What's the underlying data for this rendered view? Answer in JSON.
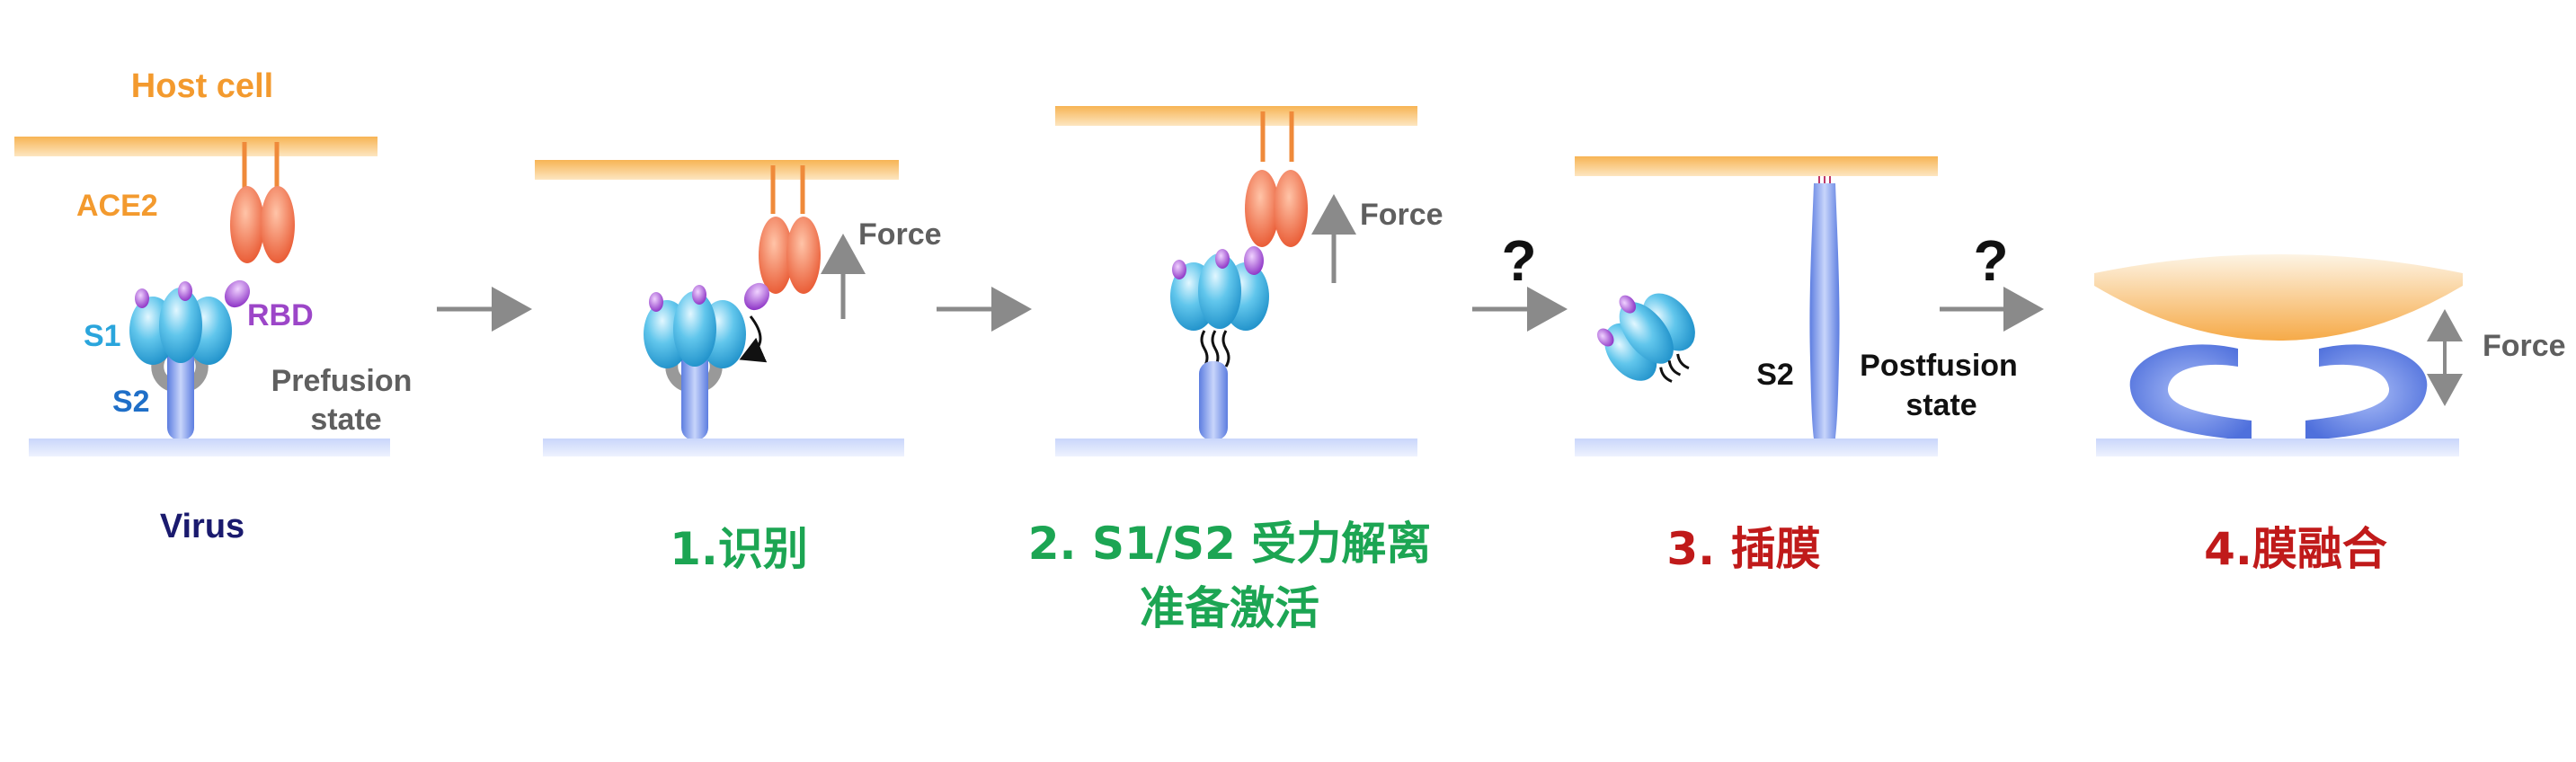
{
  "colors": {
    "host": "#f4a640",
    "host_label": "#f39a2e",
    "ace2": "#ef7048",
    "s1": "#3cb4e2",
    "s2": "#6d8ee6",
    "rbd": "#9c46c8",
    "virus_label": "#1a1a6e",
    "gray": "#8a8a8a",
    "green": "#1ca553",
    "red": "#c01a1a"
  },
  "labels": {
    "host_cell": "Host cell",
    "ace2": "ACE2",
    "rbd": "RBD",
    "s1": "S1",
    "s2": "S2",
    "prefusion_line1": "Prefusion",
    "prefusion_line2": "state",
    "virus": "Virus",
    "force": "Force",
    "question": "?",
    "postfusion_line1": "Postfusion",
    "postfusion_line2": "state"
  },
  "steps": [
    {
      "label": "1.识别"
    },
    {
      "label_line1": "2. S1/S2 受力解离",
      "label_line2": "准备激活"
    },
    {
      "label": "3. 插膜"
    },
    {
      "label": "4.膜融合"
    }
  ]
}
